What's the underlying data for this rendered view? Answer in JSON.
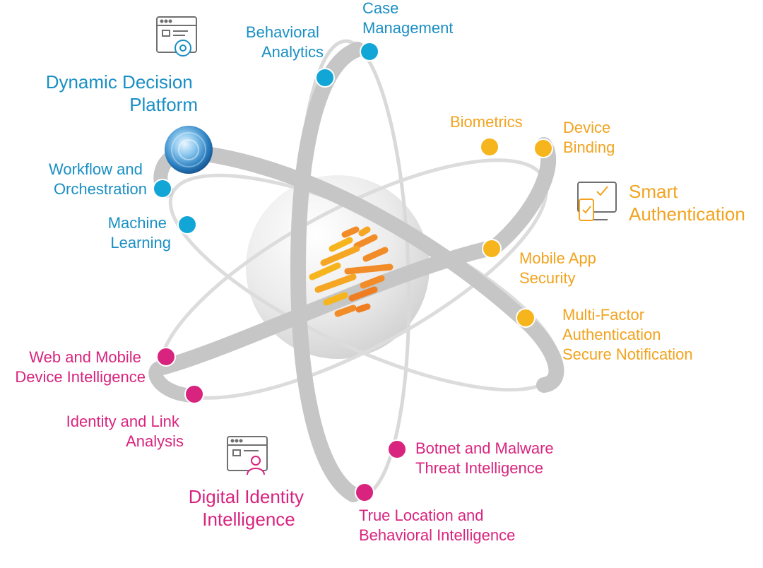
{
  "colors": {
    "blue": "#1a8fc4",
    "cyan_dot": "#12a6d6",
    "orange": "#f2a31f",
    "orange_dot": "#f6b51c",
    "magenta": "#d8247e",
    "magenta_dot": "#d8247e",
    "orbit": "#c9c9c9",
    "sphere": "#e6e6e6",
    "logo_orange": "#f28c28"
  },
  "platforms": {
    "decision": {
      "line1": "Dynamic Decision",
      "line2": "Platform",
      "icon": "browser-gear-icon"
    },
    "auth": {
      "line1": "Smart",
      "line2": "Authentication",
      "icon": "monitor-phone-check-icon"
    },
    "identity": {
      "line1": "Digital Identity",
      "line2": "Intelligence",
      "icon": "browser-user-icon"
    }
  },
  "features": {
    "behavioral": {
      "line1": "Behavioral",
      "line2": "Analytics"
    },
    "case": {
      "line1": "Case",
      "line2": "Management"
    },
    "workflow": {
      "line1": "Workflow and",
      "line2": "Orchestration"
    },
    "ml": {
      "line1": "Machine",
      "line2": "Learning"
    },
    "biometrics": {
      "line1": "Biometrics"
    },
    "device_binding": {
      "line1": "Device",
      "line2": "Binding"
    },
    "mobile_app": {
      "line1": "Mobile App",
      "line2": "Security"
    },
    "mfa": {
      "line1": "Multi-Factor",
      "line2": "Authentication",
      "line3": "Secure Notification"
    },
    "web_mobile": {
      "line1": "Web and Mobile",
      "line2": "Device Intelligence"
    },
    "identity_link": {
      "line1": "Identity and Link",
      "line2": "Analysis"
    },
    "botnet": {
      "line1": "Botnet and Malware",
      "line2": "Threat Intelligence"
    },
    "true_location": {
      "line1": "True Location and",
      "line2": "Behavioral Intelligence"
    }
  }
}
